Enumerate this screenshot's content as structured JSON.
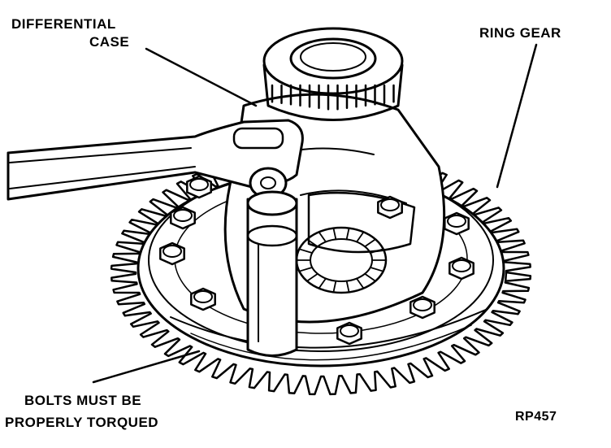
{
  "labels": {
    "differential_case_line1": "DIFFERENTIAL",
    "differential_case_line2": "CASE",
    "ring_gear": "RING GEAR",
    "bolts_line1": "BOLTS MUST BE",
    "bolts_line2": "PROPERLY TORQUED",
    "figure_code": "RP457"
  },
  "colors": {
    "ink": "#000000",
    "paper": "#ffffff"
  },
  "drawing": {
    "ring_gear_teeth": 64,
    "bolt_count": 10
  }
}
